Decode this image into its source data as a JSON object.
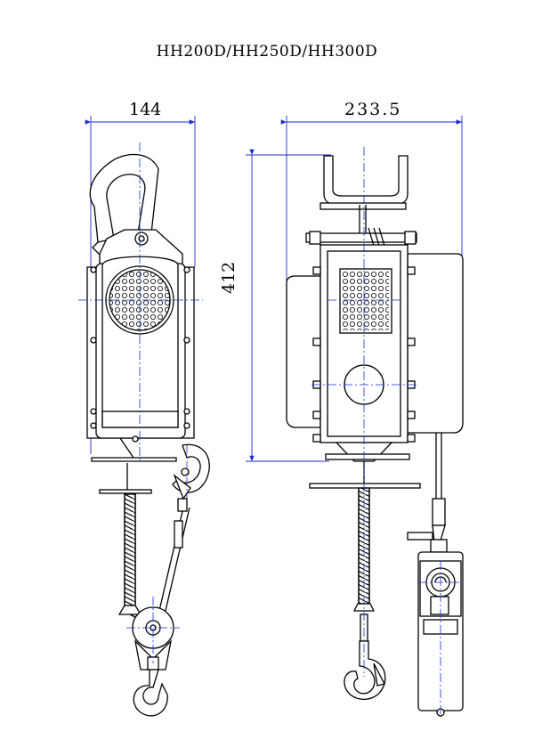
{
  "title": "HH200D/HH250D/HH300D",
  "dimensions": {
    "width_side": "144",
    "width_front": "233.5",
    "height": "412"
  },
  "colors": {
    "line": "#000000",
    "dimension": "#1a2bd6",
    "centerline": "#1a2bd6",
    "fill": "#ffffff"
  }
}
